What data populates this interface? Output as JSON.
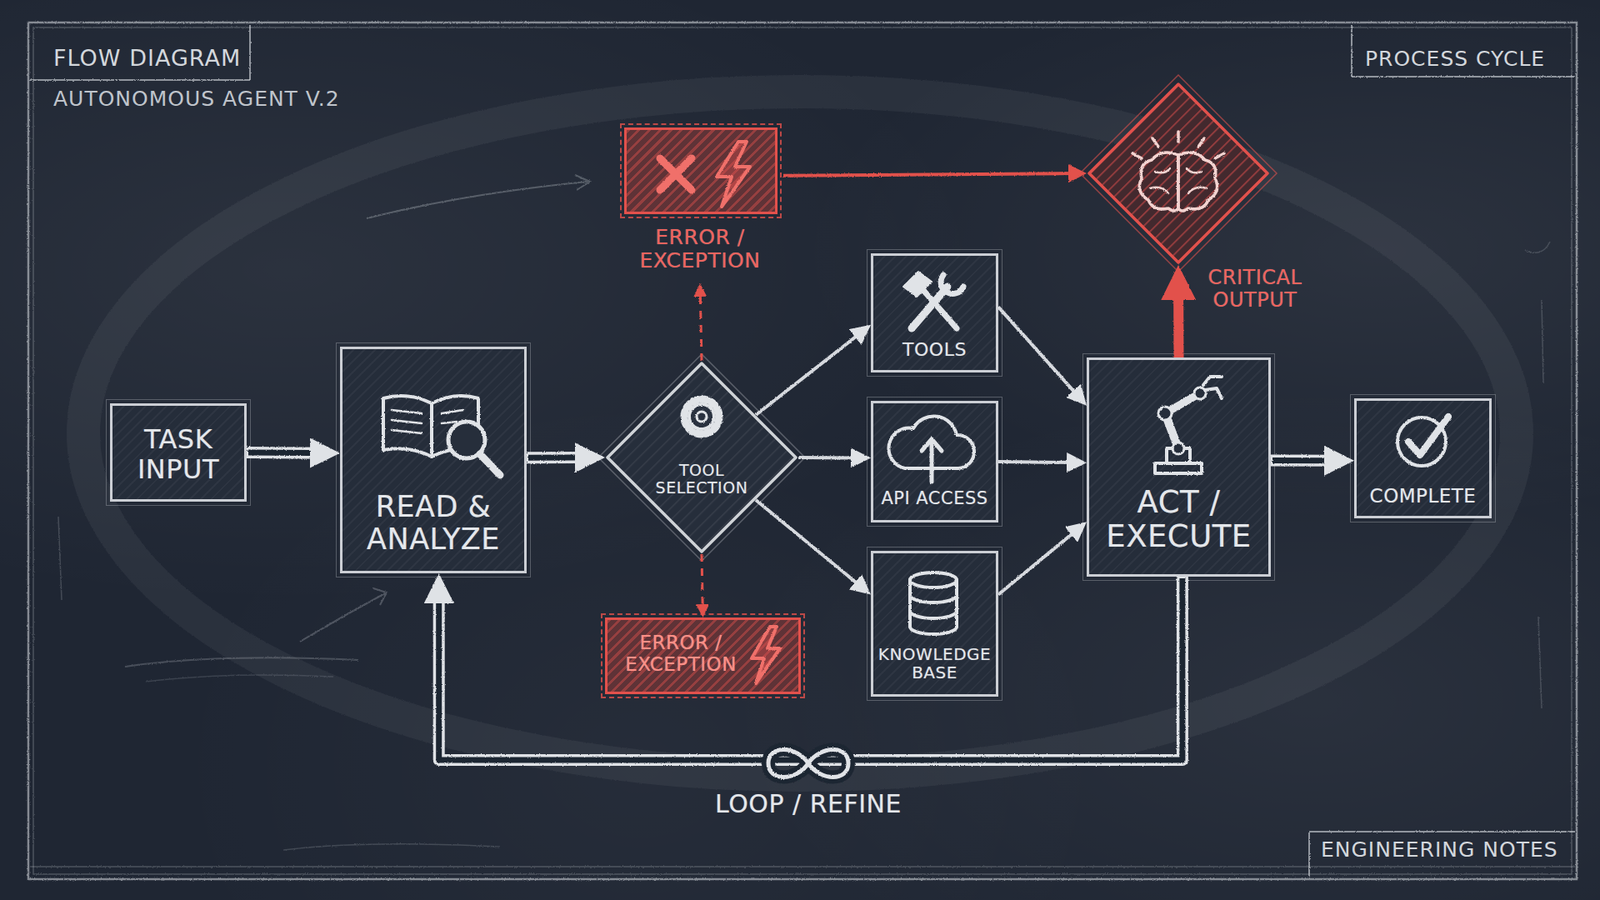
{
  "diagram": {
    "title": "FLOW DIAGRAM",
    "nodes": [
      {
        "text": [
          "TASK INPUT"
        ]
      },
      {
        "text": [
          "READ & ANALYZE"
        ]
      },
      {
        "text": [
          "ERROR / EXCEPTION"
        ]
      },
      {
        "text": [
          "TOOL SELECTION"
        ]
      },
      {
        "text": [
          "ERROR / EXCEPTION"
        ]
      },
      {
        "text": [
          "TOOLS"
        ]
      },
      {
        "text": [
          "API ACCESS"
        ]
      },
      {
        "text": [
          "KNOWLEDGE BASE"
        ]
      },
      {
        "text": [
          "CRITICAL OUTPUT"
        ]
      },
      {
        "text": [
          "ACT / EXECUTE"
        ]
      },
      {
        "text": [
          "COMPLETE"
        ]
      }
    ],
    "edges": [
      {
        "from": 0,
        "to": 1,
        "arrow": "to"
      },
      {
        "from": 1,
        "to": 3,
        "arrow": "to"
      },
      {
        "from": 3,
        "to": 2,
        "arrow": "to"
      },
      {
        "from": 3,
        "to": 4,
        "arrow": "to"
      },
      {
        "from": 3,
        "to": 5,
        "arrow": "to"
      },
      {
        "from": 3,
        "to": 6,
        "arrow": "to"
      },
      {
        "from": 3,
        "to": 7,
        "arrow": "to"
      },
      {
        "from": 5,
        "to": 9,
        "arrow": "to"
      },
      {
        "from": 6,
        "to": 9,
        "arrow": "to"
      },
      {
        "from": 7,
        "to": 9,
        "arrow": "to"
      },
      {
        "from": 2,
        "to": 8,
        "arrow": "to"
      },
      {
        "from": 9,
        "to": 8,
        "arrow": "to"
      },
      {
        "from": 9,
        "to": 10,
        "arrow": "to"
      },
      {
        "from": 9,
        "to": 1,
        "label": "LOOP / REFINE",
        "arrow": "to"
      }
    ],
    "labels": [
      "AUTONOMOUS AGENT V.2",
      "PROCESS CYCLE",
      "ENGINEERING NOTES"
    ]
  }
}
